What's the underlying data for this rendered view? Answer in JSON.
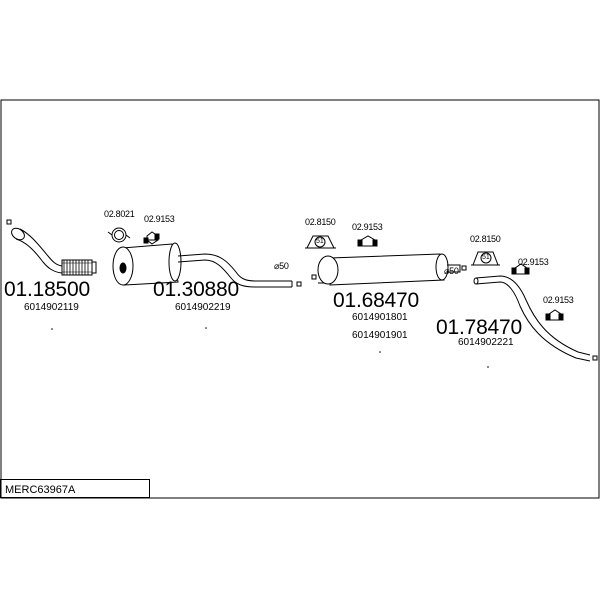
{
  "drawing": {
    "title": "MERC63967A",
    "parts": [
      {
        "code": "01.18500",
        "oe": [
          "6014902119"
        ]
      },
      {
        "code": "01.30880",
        "oe": [
          "6014902219"
        ]
      },
      {
        "code": "01.68470",
        "oe": [
          "6014901801",
          "6014901901"
        ]
      },
      {
        "code": "01.78470",
        "oe": [
          "6014902221"
        ]
      }
    ],
    "accessories": [
      "02.8021",
      "02.9153",
      "02.8150",
      "02.9153",
      "02.8150",
      "02.9153",
      "02.9153"
    ],
    "diameters": [
      "⌀50",
      "⌀50"
    ],
    "clamp_marks": [
      "51",
      "51"
    ]
  }
}
